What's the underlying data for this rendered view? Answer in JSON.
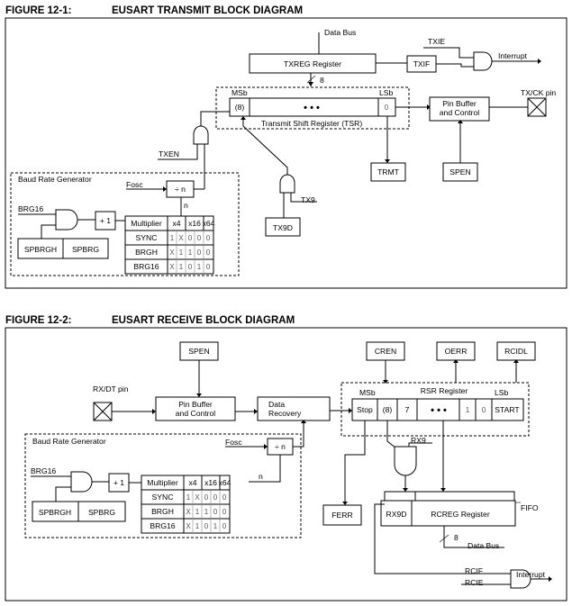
{
  "fig1": {
    "number": "FIGURE 12-1:",
    "title": "EUSART TRANSMIT BLOCK DIAGRAM",
    "data_bus": "Data Bus",
    "txie": "TXIE",
    "interrupt": "Interrupt",
    "txreg": "TXREG Register",
    "txif": "TXIF",
    "bus_width": "8",
    "msb": "MSb",
    "lsb": "LSb",
    "msb_bit": "(8)",
    "dots": "• • •",
    "lsb_bit": "0",
    "tsr": "Transmit Shift Register (TSR)",
    "pin_buffer_1": "Pin Buffer",
    "pin_buffer_2": "and Control",
    "txck_pin": "TX/CK pin",
    "txen": "TXEN",
    "trmt": "TRMT",
    "spen": "SPEN",
    "tx9": "TX9",
    "tx9d": "TX9D",
    "baud": "Baud Rate Generator",
    "fosc": "Fosc",
    "div_n": "÷ n",
    "n": "n",
    "brg16": "BRG16",
    "plus1": "+ 1",
    "spbrgh": "SPBRGH",
    "spbrg": "SPBRG"
  },
  "fig2": {
    "number": "FIGURE 12-2:",
    "title": "EUSART RECEIVE BLOCK DIAGRAM",
    "spen": "SPEN",
    "cren": "CREN",
    "oerr": "OERR",
    "rcidl": "RCIDL",
    "rxdt_pin": "RX/DT pin",
    "pin_buffer_1": "Pin Buffer",
    "pin_buffer_2": "and Control",
    "data_recovery_1": "Data",
    "data_recovery_2": "Recovery",
    "msb": "MSb",
    "rsr": "RSR Register",
    "lsb": "LSb",
    "stop": "Stop",
    "msb_bit": "(8)",
    "bit7": "7",
    "dots": "• • •",
    "bit1": "1",
    "bit0": "0",
    "start": "START",
    "rx9": "RX9",
    "baud": "Baud Rate Generator",
    "fosc": "Fosc",
    "div_n": "÷ n",
    "n": "n",
    "brg16": "BRG16",
    "plus1": "+ 1",
    "spbrgh": "SPBRGH",
    "spbrg": "SPBRG",
    "ferr": "FERR",
    "rx9d": "RX9D",
    "rcreg": "RCREG Register",
    "fifo": "FIFO",
    "bus_width": "8",
    "data_bus": "Data Bus",
    "rcif": "RCIF",
    "rcie": "RCIE",
    "interrupt": "Interrupt"
  },
  "multiplier_table": {
    "headers": [
      "Multiplier",
      "x4",
      "x16",
      "x64"
    ],
    "rows": [
      {
        "name": "SYNC",
        "values": [
          "1",
          "X",
          "0",
          "0",
          "0"
        ]
      },
      {
        "name": "BRGH",
        "values": [
          "X",
          "1",
          "1",
          "0",
          "0"
        ]
      },
      {
        "name": "BRG16",
        "values": [
          "X",
          "1",
          "0",
          "1",
          "0"
        ]
      }
    ]
  }
}
